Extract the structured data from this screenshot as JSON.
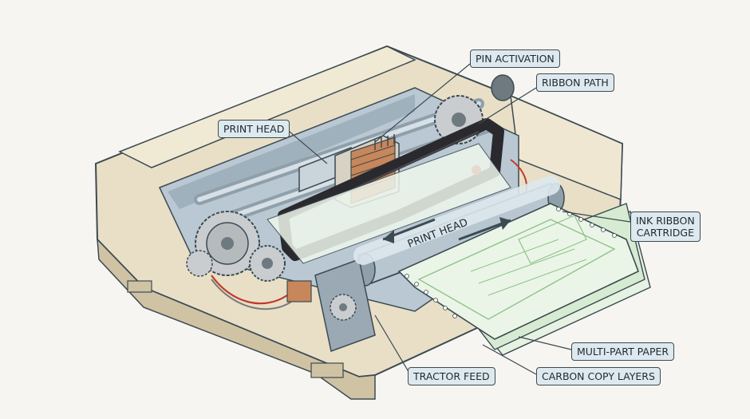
{
  "labels": {
    "pin_activation": "PIN ACTIVATION",
    "ribbon_path": "RIBBON PATH",
    "print_head": "PRINT HEAD",
    "ink_ribbon_line1": "INK RIBBON",
    "ink_ribbon_line2": "CARTRIDGE",
    "multi_part_paper": "MULTI-PART PAPER",
    "carbon_copy_layers": "CARBON COPY LAYERS",
    "tractor_feed": "TRACTOR FEED",
    "bar_print_head": "PRINT HEAD"
  },
  "colors": {
    "housing": "#e8dfc6",
    "housing_shade": "#cfc3a4",
    "metal": "#b8c6cf",
    "metal_dark": "#8fa0aa",
    "gear": "#c9cdd0",
    "ribbon": "#2a2a2e",
    "paper": "#e6f2e2",
    "paper_line": "#8fc28a",
    "callout_bg": "#dde9ee",
    "outline": "#3c4a52",
    "wire_red": "#c0392b",
    "copper": "#c7875a"
  }
}
